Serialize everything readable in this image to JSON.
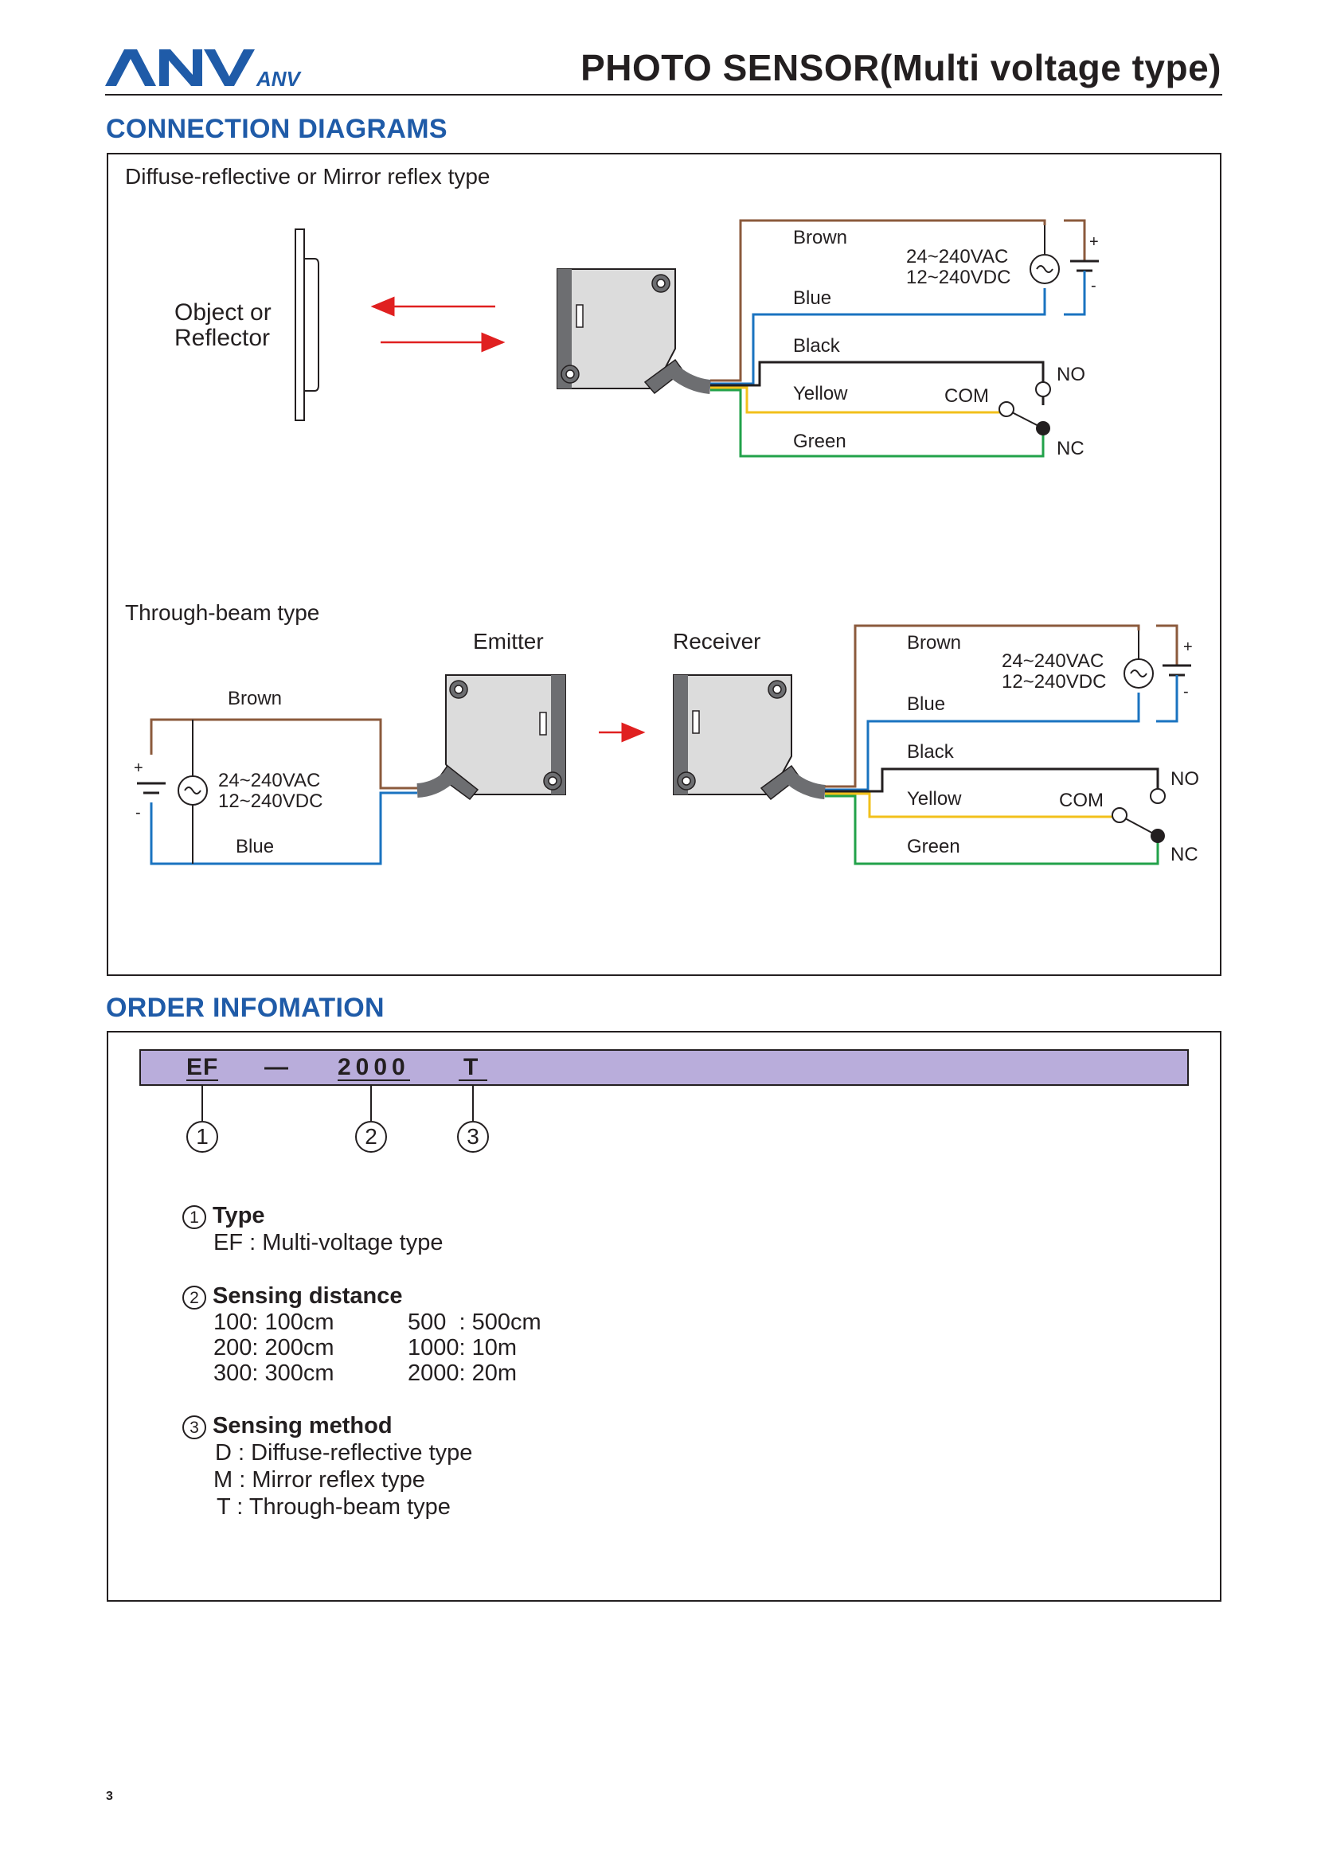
{
  "header": {
    "brand": "ANV",
    "brand_small": "ANV",
    "title": "PHOTO SENSOR(Multi voltage type)",
    "brand_color": "#1f5ba8"
  },
  "connection": {
    "section_title": "CONNECTION DIAGRAMS",
    "diffuse": {
      "subtitle": "Diffuse-reflective or Mirror reflex type",
      "object_label_line1": "Object or",
      "object_label_line2": "Reflector",
      "wires": [
        "Brown",
        "Blue",
        "Black",
        "Yellow",
        "Green"
      ],
      "voltage_ac": "24~240VAC",
      "voltage_dc": "12~240VDC",
      "plus": "+",
      "minus": "-",
      "com": "COM",
      "no": "NO",
      "nc": "NC"
    },
    "through_beam": {
      "subtitle": "Through-beam type",
      "emitter": "Emitter",
      "receiver": "Receiver",
      "emitter_wires": [
        "Brown",
        "Blue"
      ],
      "emitter_voltage_ac": "24~240VAC",
      "emitter_voltage_dc": "12~240VDC",
      "receiver_wires": [
        "Brown",
        "Blue",
        "Black",
        "Yellow",
        "Green"
      ],
      "voltage_ac": "24~240VAC",
      "voltage_dc": "12~240VDC",
      "plus": "+",
      "minus": "-",
      "com": "COM",
      "no": "NO",
      "nc": "NC"
    },
    "wire_colors": {
      "brown": "#8b5a3c",
      "blue": "#1a73c0",
      "black": "#231f20",
      "yellow": "#f2c01b",
      "green": "#22a24a",
      "arrow_red": "#e02020"
    }
  },
  "order": {
    "section_title": "ORDER INFOMATION",
    "code": {
      "seg1": "EF",
      "dash": "—",
      "seg2": "2000",
      "seg3": "T",
      "bar_color": "#b9addb"
    },
    "markers": [
      "1",
      "2",
      "3"
    ],
    "type": {
      "heading": "Type",
      "lines": [
        "EF : Multi-voltage type"
      ]
    },
    "distance": {
      "heading": "Sensing distance",
      "col1": [
        "100: 100cm",
        "200: 200cm",
        "300: 300cm"
      ],
      "col2": [
        "500  : 500cm",
        "1000: 10m",
        "2000: 20m"
      ]
    },
    "method": {
      "heading": "Sensing method",
      "lines": [
        "D : Diffuse-reflective type",
        "M : Mirror reflex type",
        "T : Through-beam type"
      ]
    }
  },
  "footer": {
    "page_number": "3"
  }
}
